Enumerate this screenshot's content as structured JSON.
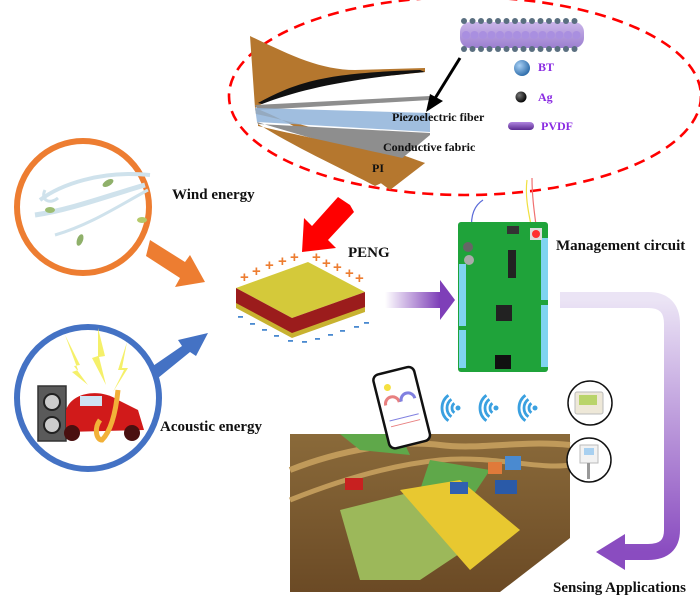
{
  "figure": {
    "sources": [
      {
        "id": "wind",
        "label": "Wind energy",
        "ring_color": "#ed7d31",
        "arrow_color": "#ed7d31"
      },
      {
        "id": "acoustic",
        "label": "Acoustic energy",
        "ring_color": "#4472c4",
        "arrow_color": "#4472c4"
      }
    ],
    "device": {
      "label": "PENG",
      "layers": [
        "Piezoelectric fiber",
        "Conductive fabric",
        "PI"
      ],
      "charge_top": "+",
      "charge_bottom": "-",
      "force_arrow_color": "#ff0000"
    },
    "legend": [
      {
        "name": "BT",
        "color": "#4f8fcf"
      },
      {
        "name": "Ag",
        "color": "#111111"
      },
      {
        "name": "PVDF",
        "color": "#7b3fb5"
      }
    ],
    "circuit": {
      "label": "Management circuit"
    },
    "applications": {
      "label": "Sensing Applications"
    },
    "colors": {
      "detail_ellipse": "#ff0000",
      "flow_arrow": "#7e3fb8",
      "plate_top": "#d4c93a",
      "plate_side": "#9b1c1c",
      "pi_layer": "#b5772e",
      "wifi": "#3aa0e0",
      "pcb": "#1fa33a"
    }
  }
}
